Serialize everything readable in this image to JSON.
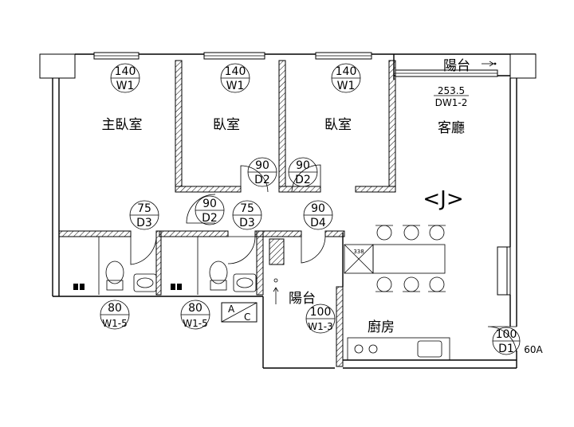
{
  "labels": {
    "balcony_top": "陽台",
    "master_bedroom": "主臥室",
    "bedroom_2": "臥室",
    "bedroom_3": "臥室",
    "living_room": "客廳",
    "balcony_rear": "陽台",
    "kitchen": "廚房",
    "axis_marker": "<J>",
    "ac_left": "A",
    "ac_right": "C"
  },
  "tags": {
    "w1_a": {
      "top": "140",
      "bottom": "W1"
    },
    "w1_b": {
      "top": "140",
      "bottom": "W1"
    },
    "w1_c": {
      "top": "140",
      "bottom": "W1"
    },
    "dw1_2": {
      "top": "253.5",
      "bottom": "DW1-2"
    },
    "d2_a": {
      "top": "90",
      "bottom": "D2"
    },
    "d2_b": {
      "top": "90",
      "bottom": "D2"
    },
    "d2_c": {
      "top": "90",
      "bottom": "D2"
    },
    "d3_a": {
      "top": "75",
      "bottom": "D3"
    },
    "d3_b": {
      "top": "75",
      "bottom": "D3"
    },
    "d4": {
      "top": "90",
      "bottom": "D4"
    },
    "w1_5_a": {
      "top": "80",
      "bottom": "W1-5"
    },
    "w1_5_b": {
      "top": "80",
      "bottom": "W1-5"
    },
    "w1_3": {
      "top": "100",
      "bottom": "W1-3"
    },
    "d1": {
      "top": "100",
      "bottom": "D1"
    }
  },
  "extra": {
    "d1_suffix": "60A",
    "fridge_label": "338"
  },
  "icons": [
    "toilet-icon",
    "washbasin-icon",
    "stove-icon",
    "sink-icon",
    "chair-icon",
    "arrow-icon"
  ]
}
